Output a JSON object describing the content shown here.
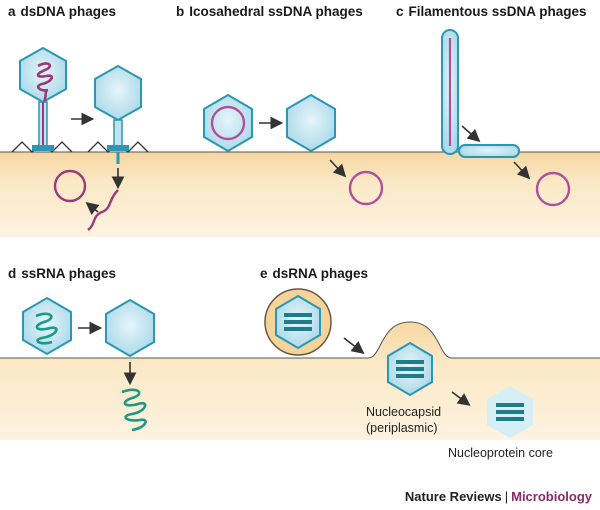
{
  "panels": [
    {
      "letter": "a",
      "title": "dsDNA phages"
    },
    {
      "letter": "b",
      "title": "Icosahedral ssDNA phages"
    },
    {
      "letter": "c",
      "title": "Filamentous ssDNA phages"
    },
    {
      "letter": "d",
      "title": "ssRNA phages"
    },
    {
      "letter": "e",
      "title": "dsRNA phages"
    }
  ],
  "labels": {
    "nucleocapsid_line1": "Nucleocapsid",
    "nucleocapsid_line2": "(periplasmic)",
    "nucleoprotein_core": "Nucleoprotein core"
  },
  "footer": {
    "journal": "Nature Reviews",
    "separator": "|",
    "section": "Microbiology"
  },
  "colors": {
    "capsid_fill": "#bfe3ef",
    "capsid_stroke": "#2a97b4",
    "dna_magenta": "#9b3a7a",
    "rna_green": "#1c9a86",
    "cell_fill": "#fbe8c6",
    "arrow": "#333333",
    "footer_accent": "#8a2a6a"
  }
}
